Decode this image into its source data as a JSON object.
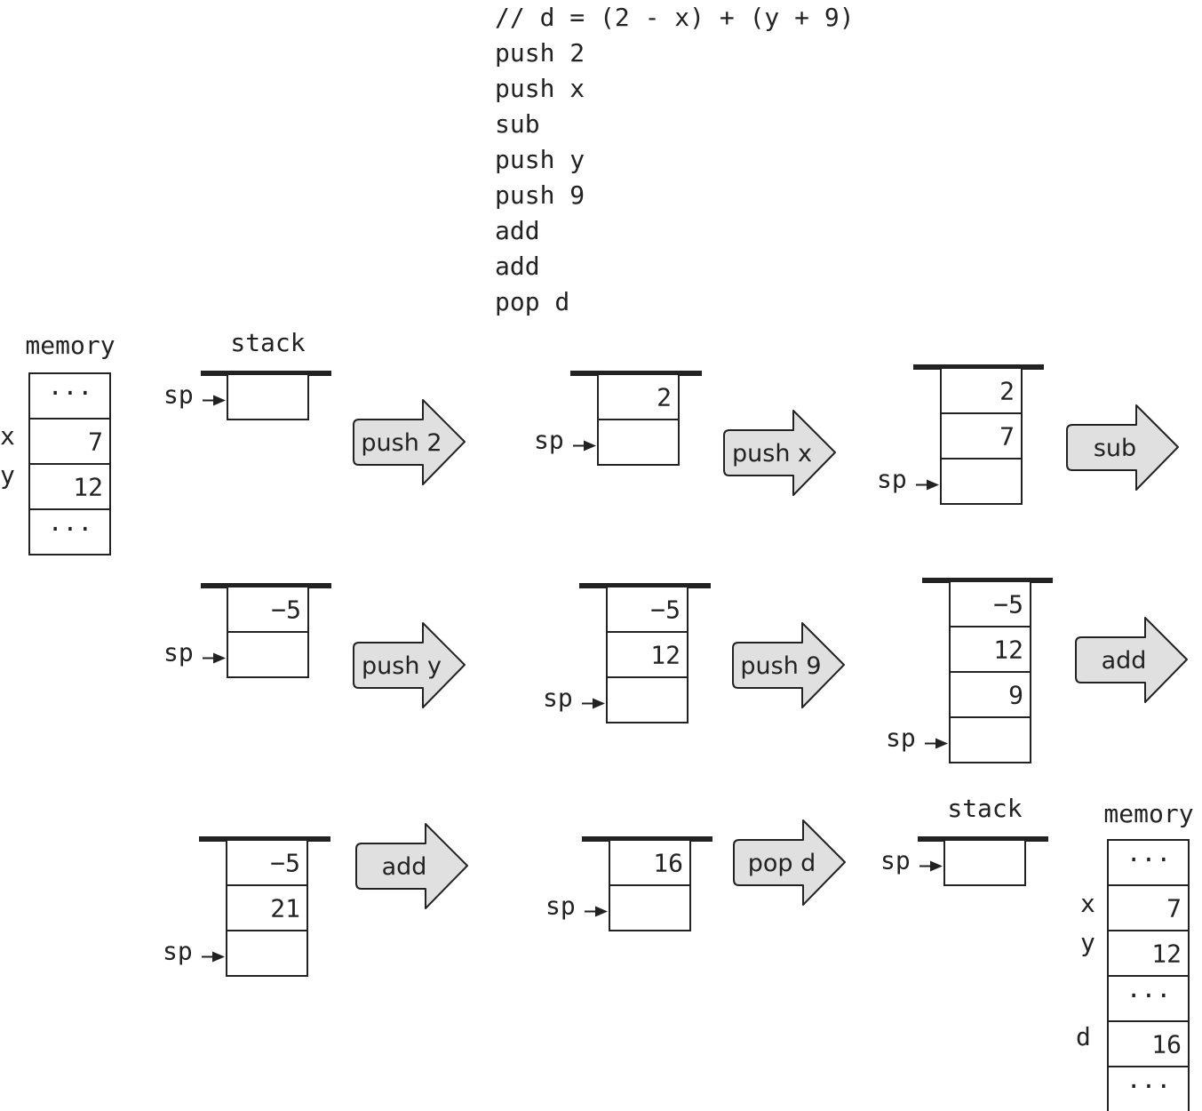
{
  "code": {
    "lines": [
      "// d = (2 - x) + (y + 9)",
      "push 2",
      "push x",
      "sub",
      "push y",
      "push 9",
      "add",
      "add",
      "pop d"
    ]
  },
  "labels": {
    "memory": "memory",
    "stack": "stack",
    "sp": "sp"
  },
  "memory_initial": {
    "cells": [
      "...",
      "7",
      "12",
      "..."
    ],
    "names": [
      "",
      "x",
      "y",
      ""
    ]
  },
  "memory_final": {
    "cells": [
      "...",
      "7",
      "12",
      "...",
      "16",
      "..."
    ],
    "names": [
      "",
      "x",
      "y",
      "",
      "d",
      ""
    ]
  },
  "states": [
    {
      "id": "s0",
      "cells": [
        ""
      ],
      "label_top": "stack"
    },
    {
      "id": "s1",
      "cells": [
        "2",
        ""
      ]
    },
    {
      "id": "s2",
      "cells": [
        "2",
        "7",
        ""
      ]
    },
    {
      "id": "s3",
      "cells": [
        "-5",
        ""
      ]
    },
    {
      "id": "s4",
      "cells": [
        "-5",
        "12",
        ""
      ]
    },
    {
      "id": "s5",
      "cells": [
        "-5",
        "12",
        "9",
        ""
      ]
    },
    {
      "id": "s6",
      "cells": [
        "-5",
        "21",
        ""
      ]
    },
    {
      "id": "s7",
      "cells": [
        "16",
        ""
      ]
    },
    {
      "id": "s8",
      "cells": [
        ""
      ],
      "label_top": "stack"
    }
  ],
  "operations": [
    {
      "id": "op1",
      "label": "push 2"
    },
    {
      "id": "op2",
      "label": "push x"
    },
    {
      "id": "op3",
      "label": "sub"
    },
    {
      "id": "op4",
      "label": "push y"
    },
    {
      "id": "op5",
      "label": "push 9"
    },
    {
      "id": "op6",
      "label": "add"
    },
    {
      "id": "op7",
      "label": "add"
    },
    {
      "id": "op8",
      "label": "pop d"
    }
  ],
  "colors": {
    "arrow_fill": "#e0e0e0",
    "line": "#222222",
    "bar": "#222222"
  }
}
